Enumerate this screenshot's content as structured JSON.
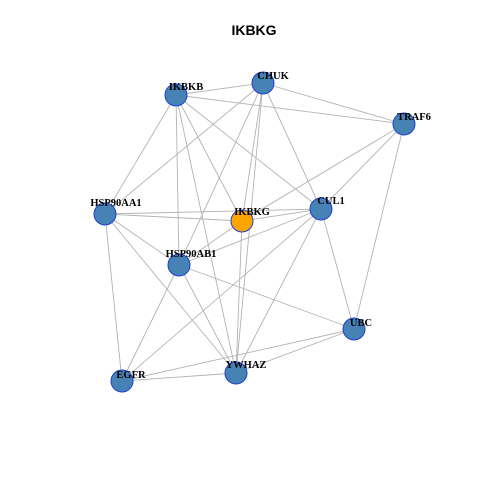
{
  "title": "IKBKG",
  "colors": {
    "node_fill": "#4682b4",
    "center_fill": "#ffa500",
    "node_stroke": "#1f3fd0",
    "edge": "#b3b3b3"
  },
  "nodes": [
    {
      "id": "IKBKB",
      "label": "IKBKB",
      "center": false
    },
    {
      "id": "CHUK",
      "label": "CHUK",
      "center": false
    },
    {
      "id": "TRAF6",
      "label": "TRAF6",
      "center": false
    },
    {
      "id": "HSP90AA1",
      "label": "HSP90AA1",
      "center": false
    },
    {
      "id": "IKBKG",
      "label": "IKBKG",
      "center": true
    },
    {
      "id": "CUL1",
      "label": "CUL1",
      "center": false
    },
    {
      "id": "HSP90AB1",
      "label": "HSP90AB1",
      "center": false
    },
    {
      "id": "UBC",
      "label": "UBC",
      "center": false
    },
    {
      "id": "YWHAZ",
      "label": "YWHAZ",
      "center": false
    },
    {
      "id": "EGFR",
      "label": "EGFR",
      "center": false
    }
  ],
  "edges": [
    [
      "IKBKB",
      "CHUK"
    ],
    [
      "IKBKB",
      "TRAF6"
    ],
    [
      "IKBKB",
      "HSP90AA1"
    ],
    [
      "IKBKB",
      "IKBKG"
    ],
    [
      "IKBKB",
      "CUL1"
    ],
    [
      "IKBKB",
      "HSP90AB1"
    ],
    [
      "IKBKB",
      "YWHAZ"
    ],
    [
      "CHUK",
      "TRAF6"
    ],
    [
      "CHUK",
      "HSP90AA1"
    ],
    [
      "CHUK",
      "IKBKG"
    ],
    [
      "CHUK",
      "CUL1"
    ],
    [
      "CHUK",
      "HSP90AB1"
    ],
    [
      "CHUK",
      "YWHAZ"
    ],
    [
      "TRAF6",
      "IKBKG"
    ],
    [
      "TRAF6",
      "CUL1"
    ],
    [
      "TRAF6",
      "UBC"
    ],
    [
      "HSP90AA1",
      "IKBKG"
    ],
    [
      "HSP90AA1",
      "CUL1"
    ],
    [
      "HSP90AA1",
      "HSP90AB1"
    ],
    [
      "HSP90AA1",
      "EGFR"
    ],
    [
      "HSP90AA1",
      "YWHAZ"
    ],
    [
      "IKBKG",
      "CUL1"
    ],
    [
      "IKBKG",
      "HSP90AB1"
    ],
    [
      "IKBKG",
      "YWHAZ"
    ],
    [
      "CUL1",
      "HSP90AB1"
    ],
    [
      "CUL1",
      "UBC"
    ],
    [
      "CUL1",
      "YWHAZ"
    ],
    [
      "CUL1",
      "EGFR"
    ],
    [
      "HSP90AB1",
      "UBC"
    ],
    [
      "HSP90AB1",
      "YWHAZ"
    ],
    [
      "HSP90AB1",
      "EGFR"
    ],
    [
      "UBC",
      "YWHAZ"
    ],
    [
      "UBC",
      "EGFR"
    ],
    [
      "YWHAZ",
      "EGFR"
    ]
  ]
}
